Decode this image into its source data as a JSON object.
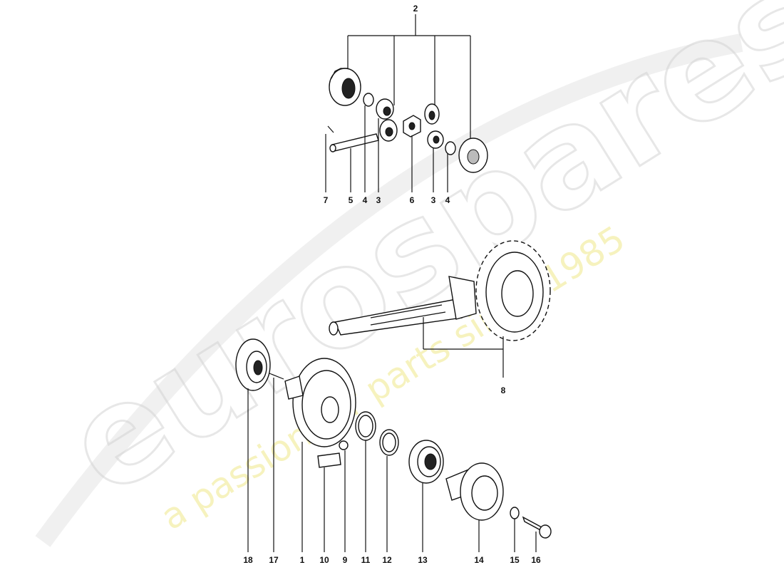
{
  "watermark": {
    "brand": "eurospares",
    "tagline": "a passion for parts since 1985"
  },
  "callouts": {
    "top_group": "2",
    "labels": [
      {
        "id": "7",
        "text": "7"
      },
      {
        "id": "5",
        "text": "5"
      },
      {
        "id": "4a",
        "text": "4"
      },
      {
        "id": "3a",
        "text": "3"
      },
      {
        "id": "6",
        "text": "6"
      },
      {
        "id": "3b",
        "text": "3"
      },
      {
        "id": "4b",
        "text": "4"
      },
      {
        "id": "8",
        "text": "8"
      },
      {
        "id": "18",
        "text": "18"
      },
      {
        "id": "17",
        "text": "17"
      },
      {
        "id": "1",
        "text": "1"
      },
      {
        "id": "10",
        "text": "10"
      },
      {
        "id": "9",
        "text": "9"
      },
      {
        "id": "11",
        "text": "11"
      },
      {
        "id": "12",
        "text": "12"
      },
      {
        "id": "13",
        "text": "13"
      },
      {
        "id": "14",
        "text": "14"
      },
      {
        "id": "15",
        "text": "15"
      },
      {
        "id": "16",
        "text": "16"
      }
    ]
  }
}
